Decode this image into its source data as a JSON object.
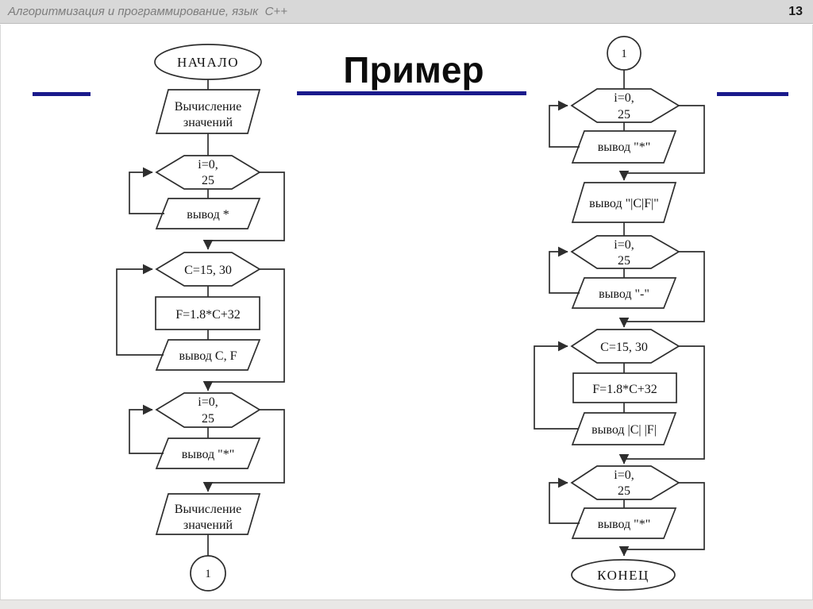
{
  "header": {
    "title": "Алгоритмизация и программирование, язык  С++",
    "page_number": "13"
  },
  "title": "Пример",
  "colors": {
    "accent_line": "#1a1a8c",
    "diagram_stroke": "#2e2e2e",
    "topbar_bg": "#d8d8d8"
  },
  "left": {
    "start": "НАЧАЛО",
    "calc_top": [
      "Вычисление",
      "значений"
    ],
    "loop_i_1": [
      "i=0,",
      "25"
    ],
    "out_star": "вывод *",
    "loop_c": "C=15, 30",
    "formula": "F=1.8*C+32",
    "out_cf": "вывод C, F",
    "loop_i_2": [
      "i=0,",
      "25"
    ],
    "out_star_q": "вывод \"*\"",
    "calc_bottom": [
      "Вычисление",
      "значений"
    ],
    "connector": "1"
  },
  "right": {
    "connector": "1",
    "loop_i_1": [
      "i=0,",
      "25"
    ],
    "out_star_1": "вывод \"*\"",
    "out_table_header": "вывод \"|C|F|\"",
    "loop_i_2": [
      "i=0,",
      "25"
    ],
    "out_dash": "вывод \"-\"",
    "loop_c": "C=15, 30",
    "formula": "F=1.8*C+32",
    "out_cf": "вывод |C| |F|",
    "loop_i_3": [
      "i=0,",
      "25"
    ],
    "out_star_2": "вывод \"*\"",
    "end": "КОНЕЦ"
  }
}
